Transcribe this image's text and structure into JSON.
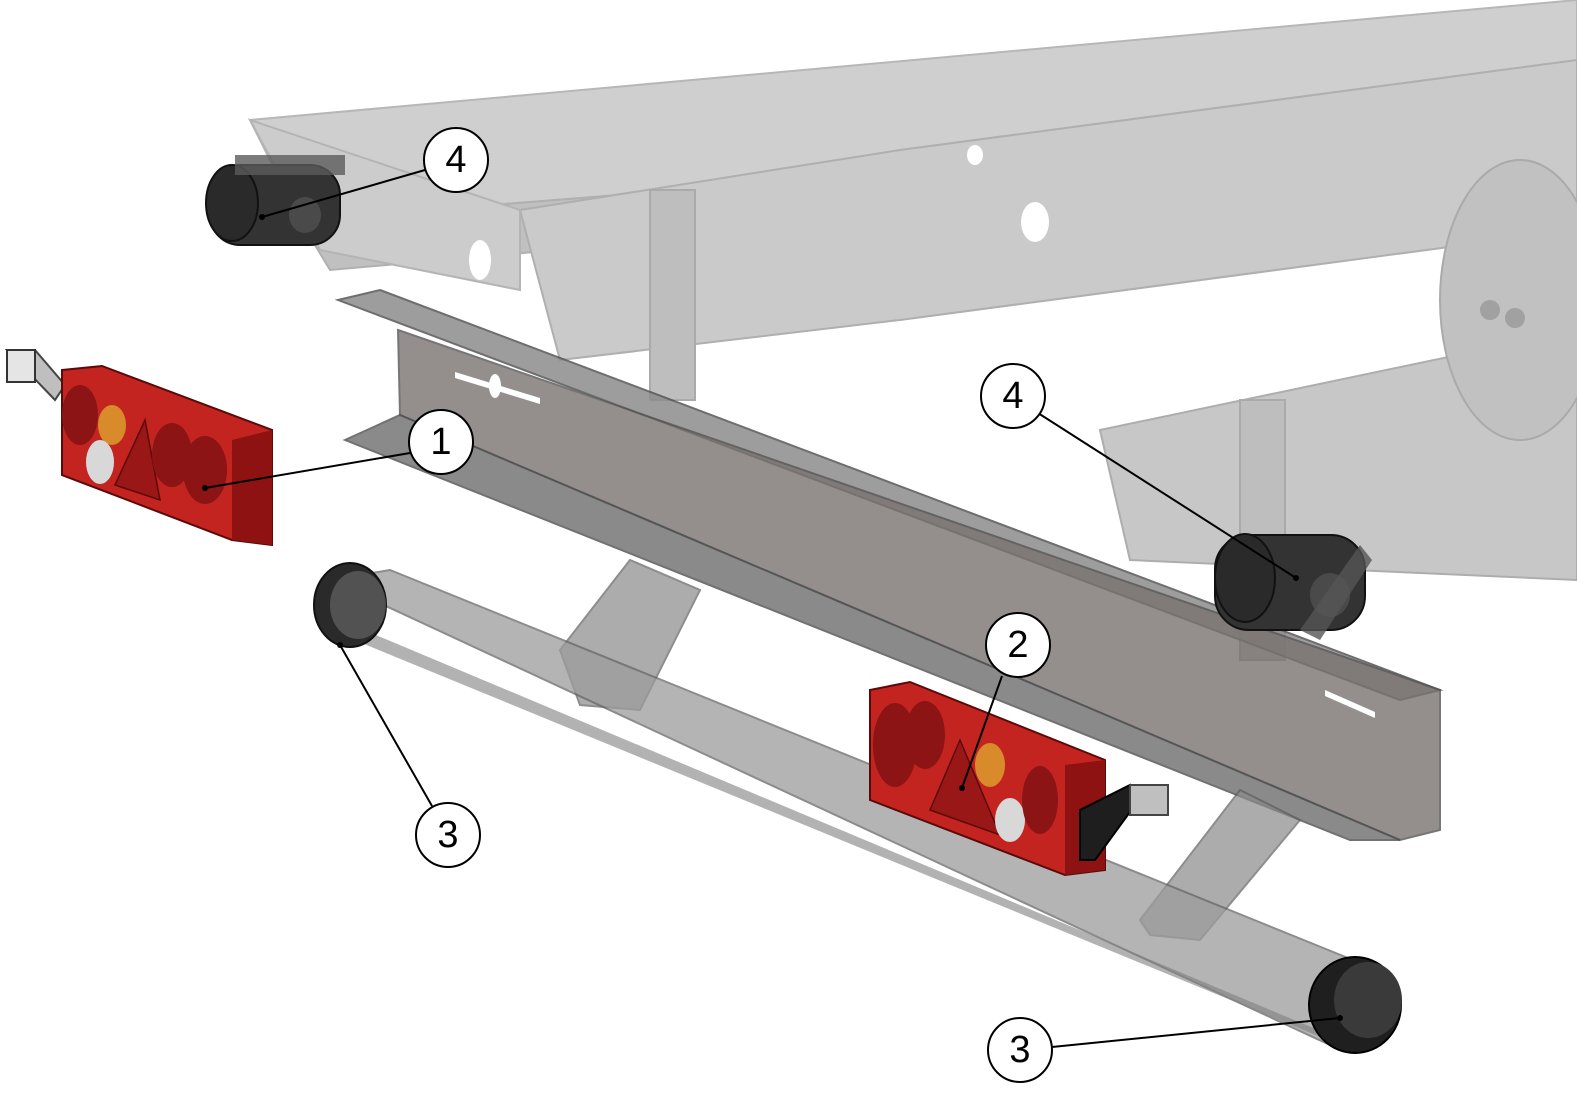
{
  "callouts": [
    {
      "id": "c1",
      "label": "1",
      "part": "rear-light-left"
    },
    {
      "id": "c2",
      "label": "2",
      "part": "rear-light-right"
    },
    {
      "id": "c3a",
      "label": "3",
      "part": "tube-end-cap-left"
    },
    {
      "id": "c3b",
      "label": "3",
      "part": "tube-end-cap-right"
    },
    {
      "id": "c4a",
      "label": "4",
      "part": "rubber-buffer-left"
    },
    {
      "id": "c4b",
      "label": "4",
      "part": "rubber-buffer-right"
    }
  ],
  "colors": {
    "frame_fill": "#9a9a9a",
    "frame_dark": "#6f6866",
    "frame_edge": "#5a5a5a",
    "lamp_red": "#c0201f",
    "lamp_dark_red": "#7a1010",
    "lamp_amber": "#d98a2a",
    "lamp_white": "#d8d8d8",
    "rubber": "#2b2b2b",
    "callout_stroke": "#000000",
    "background": "#ffffff"
  }
}
